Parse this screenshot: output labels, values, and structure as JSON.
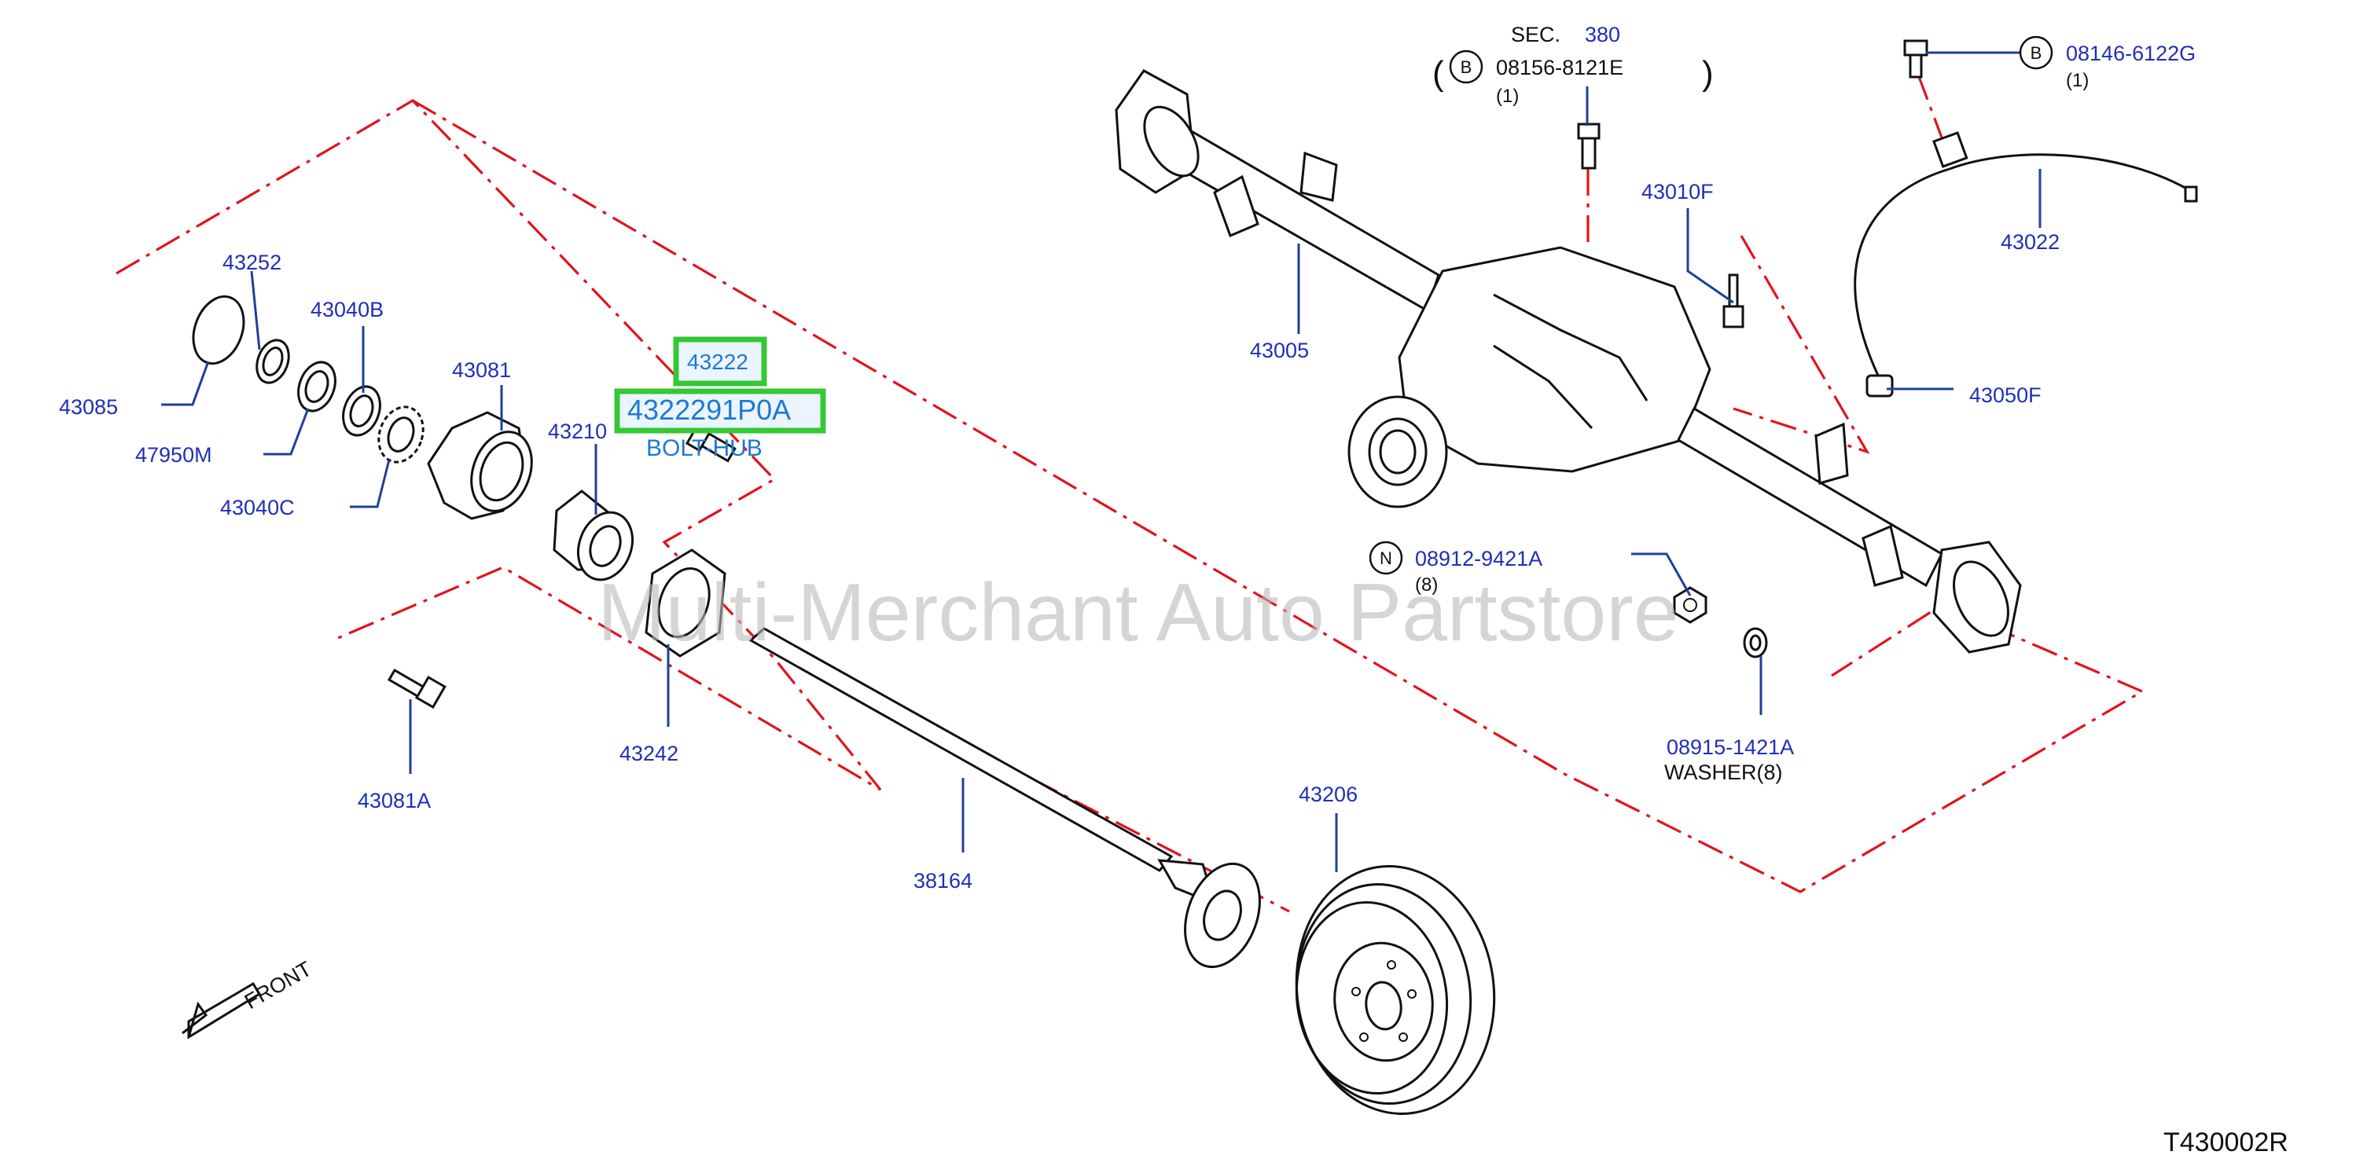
{
  "labels": {
    "p43085": "43085",
    "p43252": "43252",
    "p47950M": "47950M",
    "p43040B": "43040B",
    "p43040C": "43040C",
    "p43081": "43081",
    "p43210": "43210",
    "p43222": "43222",
    "p4322291P0A": "4322291P0A",
    "bolt_hub": "BOLT-HUB",
    "p43081A": "43081A",
    "p43242": "43242",
    "p38164": "38164",
    "p43206": "43206",
    "p43005": "43005",
    "p43010F": "43010F",
    "p43022": "43022",
    "p43050F": "43050F",
    "sec_prefix": "SEC.",
    "sec_number": "380",
    "p08156": "08156-8121E",
    "p08156_qty": "(1)",
    "p08146": "08146-6122G",
    "p08146_qty": "(1)",
    "p08912": "08912-9421A",
    "p08912_qty": "(8)",
    "p08915": "08915-1421A",
    "washer": "WASHER(8)",
    "front": "FRONT",
    "diagram_code": "T430002R",
    "paren_open": "(",
    "paren_close": ")"
  },
  "callout_letters": {
    "b1": "B",
    "b2": "B",
    "n1": "N"
  },
  "watermark": "Multi-Merchant Auto Partstore",
  "colors": {
    "label_blue": "#1f2fb8",
    "dash_red": "#e0141e",
    "highlight_green": "#36c736",
    "highlight_text": "#1e78d2"
  }
}
